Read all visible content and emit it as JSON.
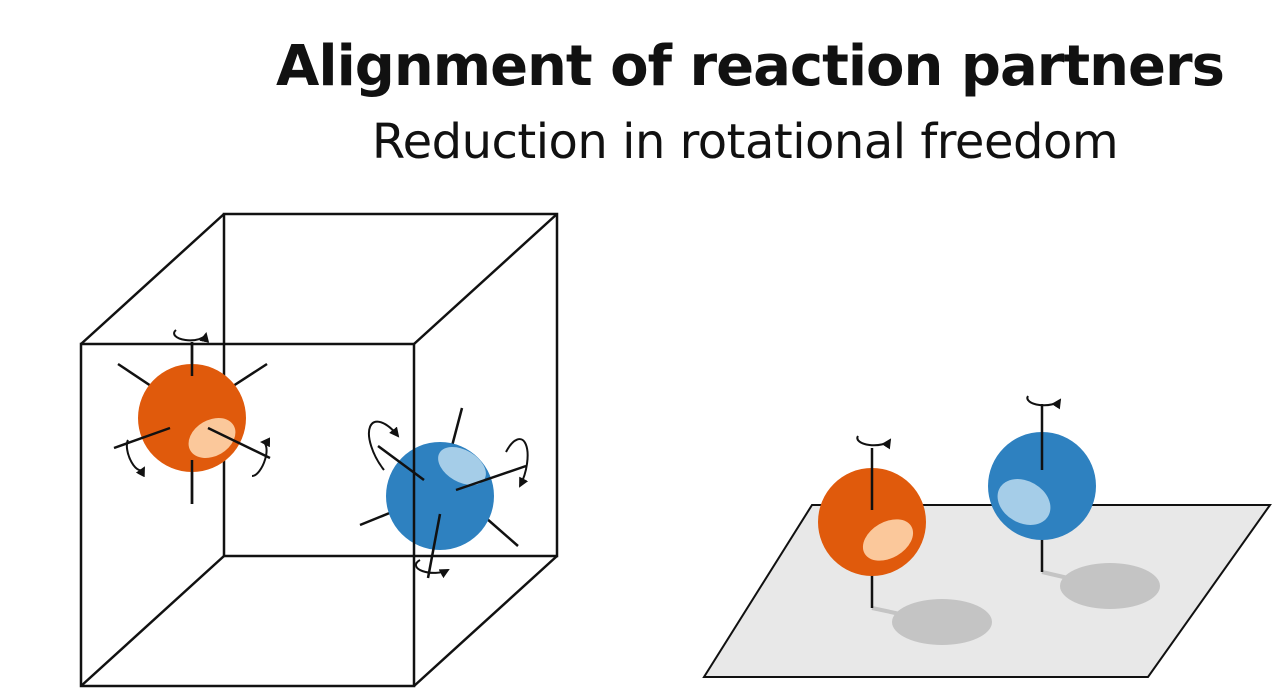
{
  "header": {
    "title": "Alignment of reaction partners",
    "subtitle": "Reduction in rotational freedom"
  },
  "colors": {
    "orange_sphere": "#e05a0c",
    "orange_highlight": "#fbc89b",
    "blue_sphere": "#2e81c0",
    "blue_highlight": "#a5cde8",
    "surface": "#e8e8e8",
    "shadow": "#c4c4c4",
    "line": "#111111"
  },
  "panels": {
    "left": "molecules-in-box-free-rotation",
    "right": "molecules-on-surface-restricted-rotation"
  }
}
